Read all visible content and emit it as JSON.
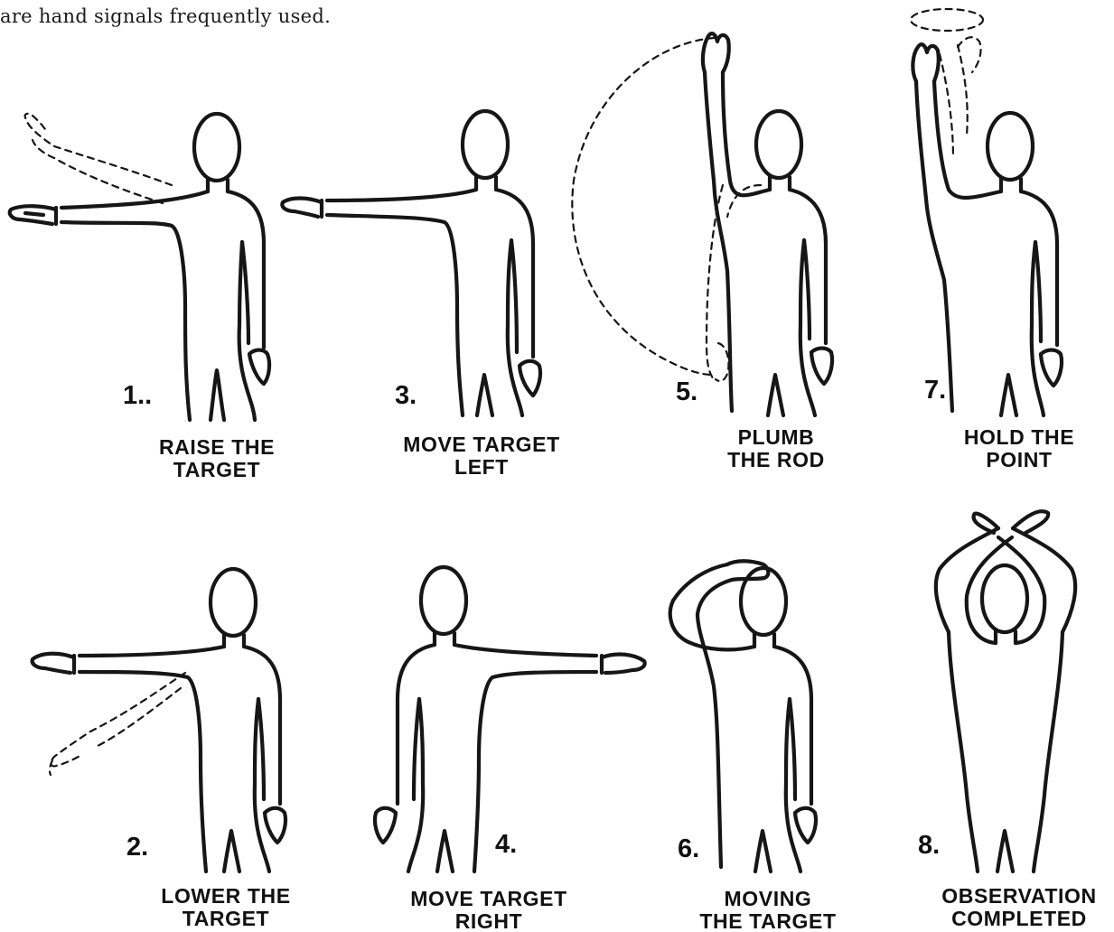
{
  "intro_text": "are hand signals frequently used.",
  "signals": [
    {
      "id": "raise",
      "number": "1..",
      "caption_lines": [
        "RAISE THE",
        "TARGET"
      ]
    },
    {
      "id": "move-left",
      "number": "3.",
      "caption_lines": [
        "MOVE TARGET",
        "LEFT"
      ]
    },
    {
      "id": "plumb",
      "number": "5.",
      "caption_lines": [
        "PLUMB",
        "THE  ROD"
      ]
    },
    {
      "id": "hold",
      "number": "7.",
      "caption_lines": [
        "HOLD THE",
        "POINT"
      ]
    },
    {
      "id": "lower",
      "number": "2.",
      "caption_lines": [
        "LOWER THE",
        "TARGET"
      ]
    },
    {
      "id": "move-right",
      "number": "4.",
      "caption_lines": [
        "MOVE TARGET",
        "RIGHT"
      ]
    },
    {
      "id": "moving",
      "number": "6.",
      "caption_lines": [
        "MOVING",
        "THE TARGET"
      ]
    },
    {
      "id": "completed",
      "number": "8.",
      "caption_lines": [
        "OBSERVATION",
        "COMPLETED"
      ]
    }
  ]
}
